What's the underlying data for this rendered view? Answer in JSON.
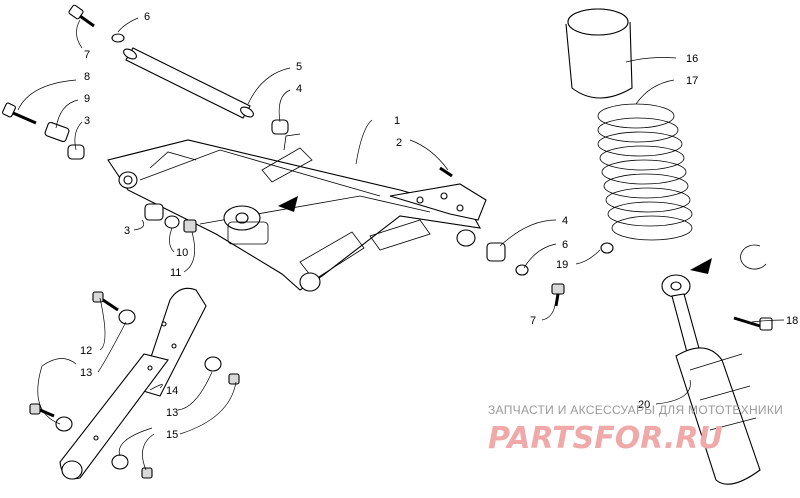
{
  "callouts": [
    {
      "id": "c6a",
      "text": "6"
    },
    {
      "id": "c7a",
      "text": "7"
    },
    {
      "id": "c8",
      "text": "8"
    },
    {
      "id": "c9",
      "text": "9"
    },
    {
      "id": "c3a",
      "text": "3"
    },
    {
      "id": "c5",
      "text": "5"
    },
    {
      "id": "c4a",
      "text": "4"
    },
    {
      "id": "c1",
      "text": "1"
    },
    {
      "id": "c2",
      "text": "2"
    },
    {
      "id": "c3b",
      "text": "3"
    },
    {
      "id": "c10",
      "text": "10"
    },
    {
      "id": "c11",
      "text": "11"
    },
    {
      "id": "c4b",
      "text": "4"
    },
    {
      "id": "c6b",
      "text": "6"
    },
    {
      "id": "c7b",
      "text": "7"
    },
    {
      "id": "c16",
      "text": "16"
    },
    {
      "id": "c17",
      "text": "17"
    },
    {
      "id": "c19",
      "text": "19"
    },
    {
      "id": "c18",
      "text": "18"
    },
    {
      "id": "c20",
      "text": "20"
    },
    {
      "id": "c12",
      "text": "12"
    },
    {
      "id": "c13a",
      "text": "13"
    },
    {
      "id": "c14",
      "text": "14"
    },
    {
      "id": "c13b",
      "text": "13"
    },
    {
      "id": "c15",
      "text": "15"
    }
  ],
  "watermark": {
    "caption": "ЗАПЧАСТИ И АКСЕССУАРЫ ДЛЯ МОТОТЕХНИКИ",
    "logo": "PARTSFOR.RU"
  },
  "colors": {
    "line": "#000000",
    "background": "#ffffff",
    "watermark_caption": "#9a9a9a",
    "watermark_logo": "#f0a9a9"
  }
}
